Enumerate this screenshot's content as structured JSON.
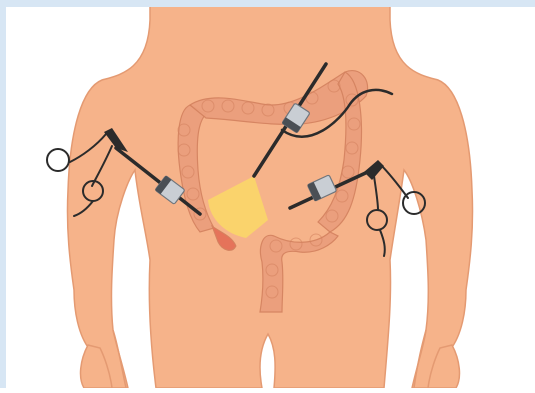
{
  "illustration": {
    "subject": "laparoscopic-colon-surgery",
    "instruments": [
      {
        "name": "laparoscope-camera",
        "port": "upper-right"
      },
      {
        "name": "grasper-left",
        "port": "left"
      },
      {
        "name": "grasper-right",
        "port": "right"
      }
    ]
  },
  "colors": {
    "skin": "#f6b38a",
    "skin_outline": "#e49a72",
    "colon": "#eb9e7c",
    "colon_outline": "#d4825f",
    "appendix": "#e5735a",
    "light_cone": "#fbd668",
    "instrument_dark": "#2b2b2b",
    "port_metal": "#c9ced4",
    "frame_blue": "#d7e6f4",
    "background": "#ffffff"
  }
}
